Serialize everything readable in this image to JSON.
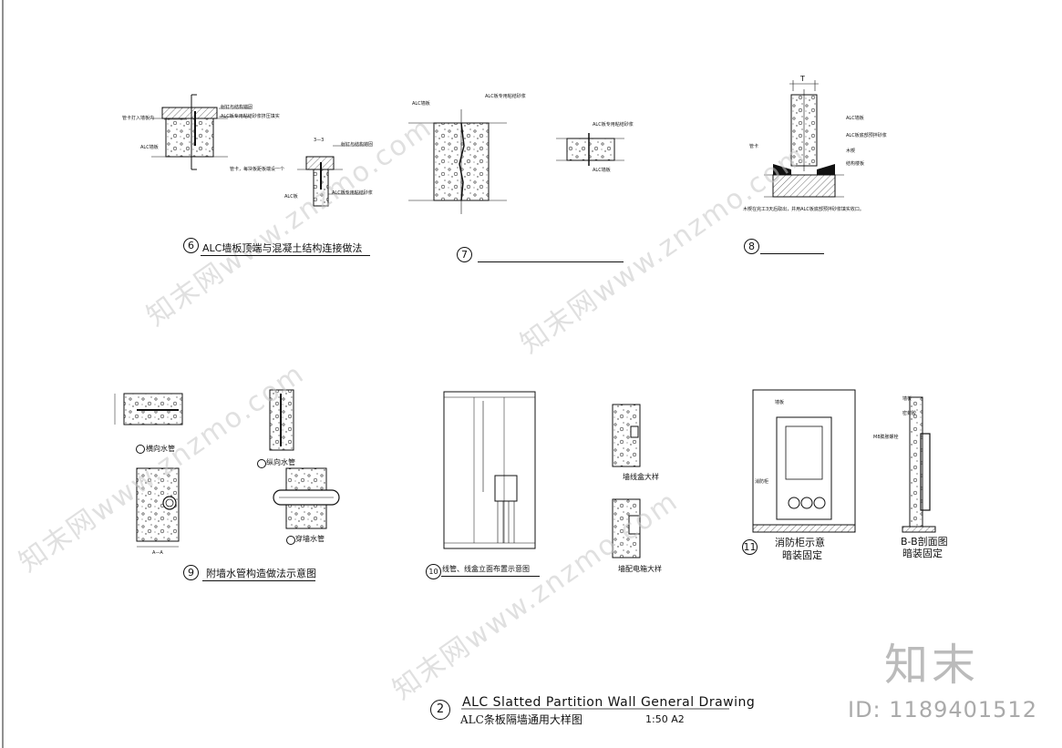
{
  "sheet": {
    "title_en": "ALC Slatted Partition Wall General Drawing",
    "title_cn": "ALC条板隔墙通用大样图",
    "scale": "1:50  A2",
    "number": "2"
  },
  "details": {
    "d6": {
      "number": "6",
      "caption": "ALC墙板顶端与混凝土结构连接做法"
    },
    "d7": {
      "number": "7"
    },
    "d8": {
      "number": "8"
    },
    "d9": {
      "number": "9",
      "caption": "附墙水管构造做法示意图"
    },
    "d10": {
      "number": "10",
      "caption": "线管、线盒立面布置示意图"
    },
    "d11": {
      "number": "11",
      "caption1": "消防柜示意",
      "caption2": "暗装固定"
    }
  },
  "sub_captions": {
    "pipe_lateral": "横向水管",
    "pipe_vertical": "纵向水管",
    "pipe_through": "穿墙水管",
    "section_aa": "A—A",
    "junction_box": "墙线盒大样",
    "dist_box": "墙配电箱大样",
    "bb_section": "B-B剖面图",
    "bb_fix": "暗装固定"
  },
  "annotations": {
    "d6_pipe_card": "管卡打入墙板内",
    "d6_alc": "ALC墙板",
    "d6_nail": "射钉与结构锚固",
    "d6_mortar": "ALC板专用粘结砂浆挤压填实",
    "d6_card_each": "管卡，每块板距板端设一个",
    "d6_section": "3—3",
    "d6_nail2": "射钉与结构锚固",
    "d6_alc2": "ALC板",
    "d6_mortar2": "ALC板专用粘结砂浆",
    "d7_alc": "ALC墙板",
    "d7_mortar": "ALC板专用粘结砂浆",
    "d7_alc2": "ALC板专用粘结砂浆",
    "d7_alc3": "ALC墙板",
    "d8_t": "T",
    "d8_alc": "ALC墙板",
    "d8_bottom": "ALC板底部预拌砂浆",
    "d8_wedge": "木楔",
    "d8_floor": "结构楼板",
    "d8_card": "管卡",
    "d8_note": "木楔在完工3天后取出，并用ALC板底部预拌砂浆填实收口。",
    "d11_wall": "墙板",
    "d11_cabinet": "消防柜",
    "d11_wall2": "墙板",
    "d11_seal": "密封胶",
    "d11_bolt": "M8膨胀螺栓"
  },
  "watermark": {
    "text": "知末网www.znzmo.com",
    "brand": "知末",
    "id": "ID: 1189401512"
  }
}
